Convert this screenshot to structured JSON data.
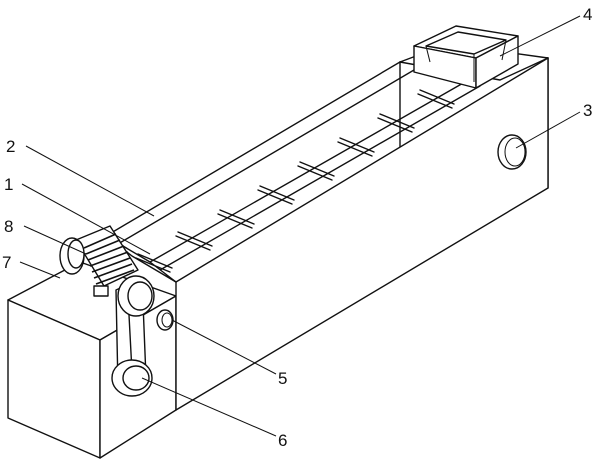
{
  "labels": {
    "n1": "1",
    "n2": "2",
    "n3": "3",
    "n4": "4",
    "n5": "5",
    "n6": "6",
    "n7": "7",
    "n8": "8"
  }
}
